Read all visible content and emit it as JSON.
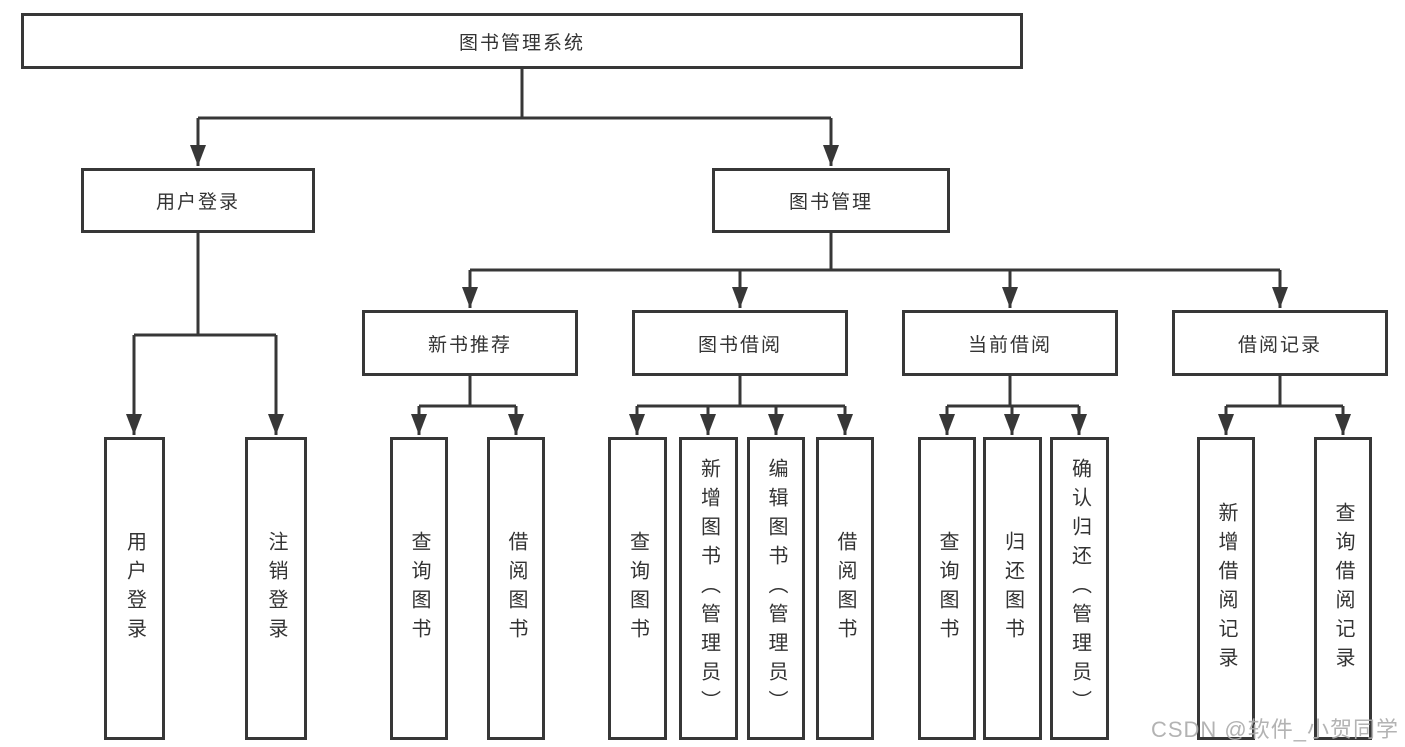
{
  "diagram_type": "hierarchy-tree",
  "colors": {
    "background": "#ffffff",
    "line": "#373737",
    "box_border": "#373737",
    "text": "#333333",
    "watermark": "#acacac"
  },
  "tree": {
    "label": "图书管理系统",
    "children": [
      {
        "label": "用户登录",
        "children": [
          {
            "label": "用户登录"
          },
          {
            "label": "注销登录"
          }
        ]
      },
      {
        "label": "图书管理",
        "children": [
          {
            "label": "新书推荐",
            "children": [
              {
                "label": "查询图书"
              },
              {
                "label": "借阅图书"
              }
            ]
          },
          {
            "label": "图书借阅",
            "children": [
              {
                "label": "查询图书"
              },
              {
                "label": "新增图书（管理员）"
              },
              {
                "label": "编辑图书（管理员）"
              },
              {
                "label": "借阅图书"
              }
            ]
          },
          {
            "label": "当前借阅",
            "children": [
              {
                "label": "查询图书"
              },
              {
                "label": "归还图书"
              },
              {
                "label": "确认归还（管理员）"
              }
            ]
          },
          {
            "label": "借阅记录",
            "children": [
              {
                "label": "新增借阅记录"
              },
              {
                "label": "查询借阅记录"
              }
            ]
          }
        ]
      }
    ]
  },
  "watermark": "CSDN @软件_小贺同学"
}
